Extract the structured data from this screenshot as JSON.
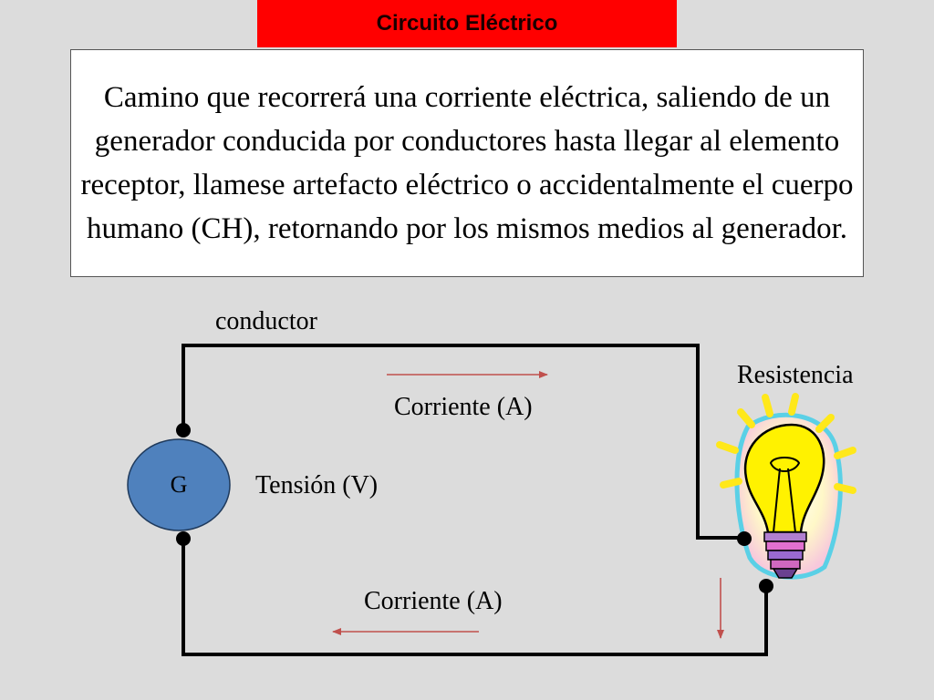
{
  "slide": {
    "title": "Circuito Eléctrico",
    "definition": "Camino que recorrerá una corriente eléctrica, saliendo de un generador conducida por conductores hasta llegar al elemento receptor, llamese artefacto eléctrico o accidentalmente el  cuerpo humano (CH), retornando por los mismos medios al generador."
  },
  "diagram": {
    "conductor_label": "conductor",
    "resistor_label": "Resistencia",
    "current_top_label": "Corriente (A)",
    "current_bottom_label": "Corriente (A)",
    "voltage_label": "Tensión (V)",
    "generator_symbol": "G",
    "load_icon": "light-bulb-icon"
  },
  "colors": {
    "title_bar": "#ff0000",
    "background": "#dcdcdc",
    "generator_fill": "#4f81bd",
    "current_arrow": "#c0504d",
    "bulb_glass": "#fff200"
  }
}
